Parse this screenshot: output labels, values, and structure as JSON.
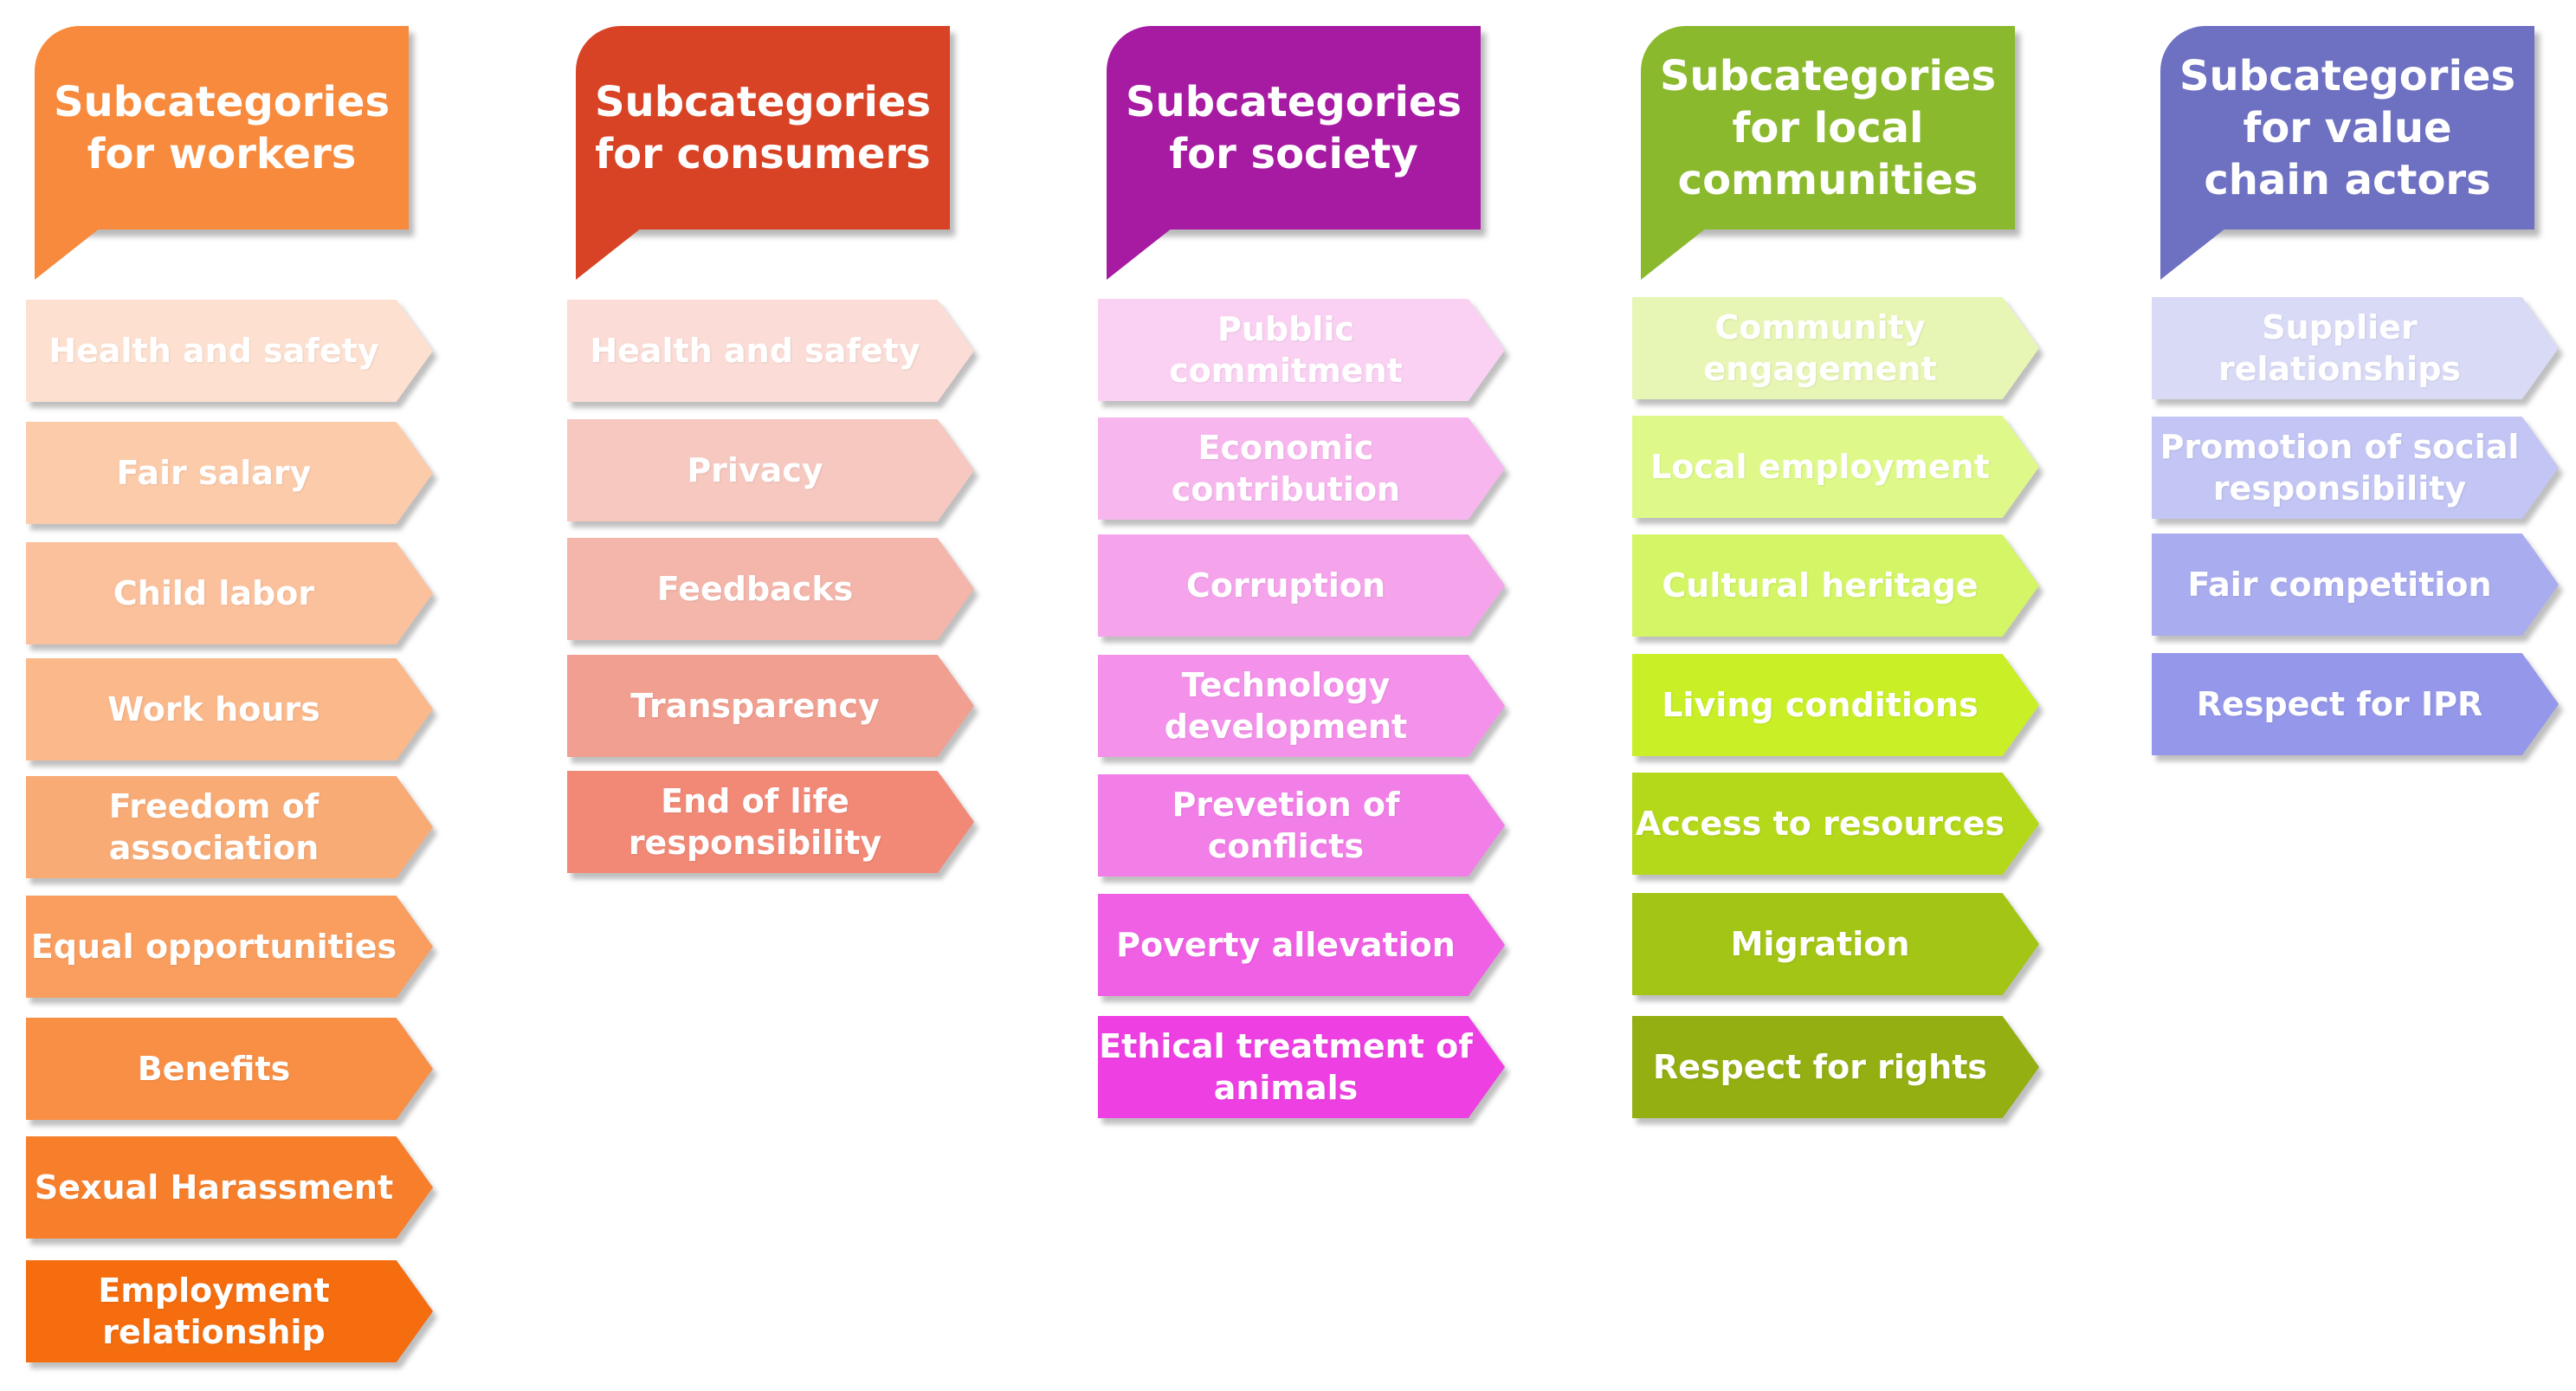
{
  "columns": [
    {
      "title": "Subcategories for workers",
      "header_color": "#f78a3c",
      "items": [
        {
          "label": "Health and safety",
          "color": "#fde0d0"
        },
        {
          "label": "Fair salary",
          "color": "#fccbaa"
        },
        {
          "label": "Child labor",
          "color": "#fbc19c"
        },
        {
          "label": "Work hours",
          "color": "#fab88b"
        },
        {
          "label": "Freedom of association",
          "color": "#f9ab75"
        },
        {
          "label": "Equal opportunities",
          "color": "#f99e5f"
        },
        {
          "label": "Benefits",
          "color": "#f88f45"
        },
        {
          "label": "Sexual Harassment",
          "color": "#f77f2c"
        },
        {
          "label": "Employment relationship",
          "color": "#f56d0f"
        }
      ]
    },
    {
      "title": "Subcategories for consumers",
      "header_color": "#d84325",
      "items": [
        {
          "label": "Health and safety",
          "color": "#fbdcd6"
        },
        {
          "label": "Privacy",
          "color": "#f7c8c0"
        },
        {
          "label": "Feedbacks",
          "color": "#f4b6aa"
        },
        {
          "label": "Transparency",
          "color": "#f19f90"
        },
        {
          "label": "End of life responsibility",
          "color": "#f28977"
        }
      ]
    },
    {
      "title": "Subcategories for society",
      "header_color": "#a71ba3",
      "items": [
        {
          "label": "Pubblic commitment",
          "color": "#fad1f3"
        },
        {
          "label": "Economic contribution",
          "color": "#f7b6ee"
        },
        {
          "label": "Corruption",
          "color": "#f5a4ec"
        },
        {
          "label": "Technology development",
          "color": "#f491ea"
        },
        {
          "label": "Prevetion of conflicts",
          "color": "#f27ee8"
        },
        {
          "label": "Poverty allevation",
          "color": "#f060e5"
        },
        {
          "label": "Ethical treatment of animals",
          "color": "#ee3fe3"
        }
      ]
    },
    {
      "title": "Subcategories for local communities",
      "header_color": "#8ab92d",
      "items": [
        {
          "label": "Community engagement",
          "color": "#e7f6b4"
        },
        {
          "label": "Local employment",
          "color": "#def98a"
        },
        {
          "label": "Cultural heritage",
          "color": "#d4f566"
        },
        {
          "label": "Living conditions",
          "color": "#c9ef27"
        },
        {
          "label": "Access to resources",
          "color": "#b4d91a"
        },
        {
          "label": "Migration",
          "color": "#a3c516"
        },
        {
          "label": "Respect for rights",
          "color": "#93af12"
        }
      ]
    },
    {
      "title": "Subcategories for value chain actors",
      "header_color": "#6e70c2",
      "items": [
        {
          "label": "Supplier relationships",
          "color": "#d9daf6"
        },
        {
          "label": "Promotion of social responsibility",
          "color": "#c3c5f4"
        },
        {
          "label": "Fair competition",
          "color": "#aaacf0"
        },
        {
          "label": "Respect for IPR",
          "color": "#9497ea"
        }
      ]
    }
  ]
}
